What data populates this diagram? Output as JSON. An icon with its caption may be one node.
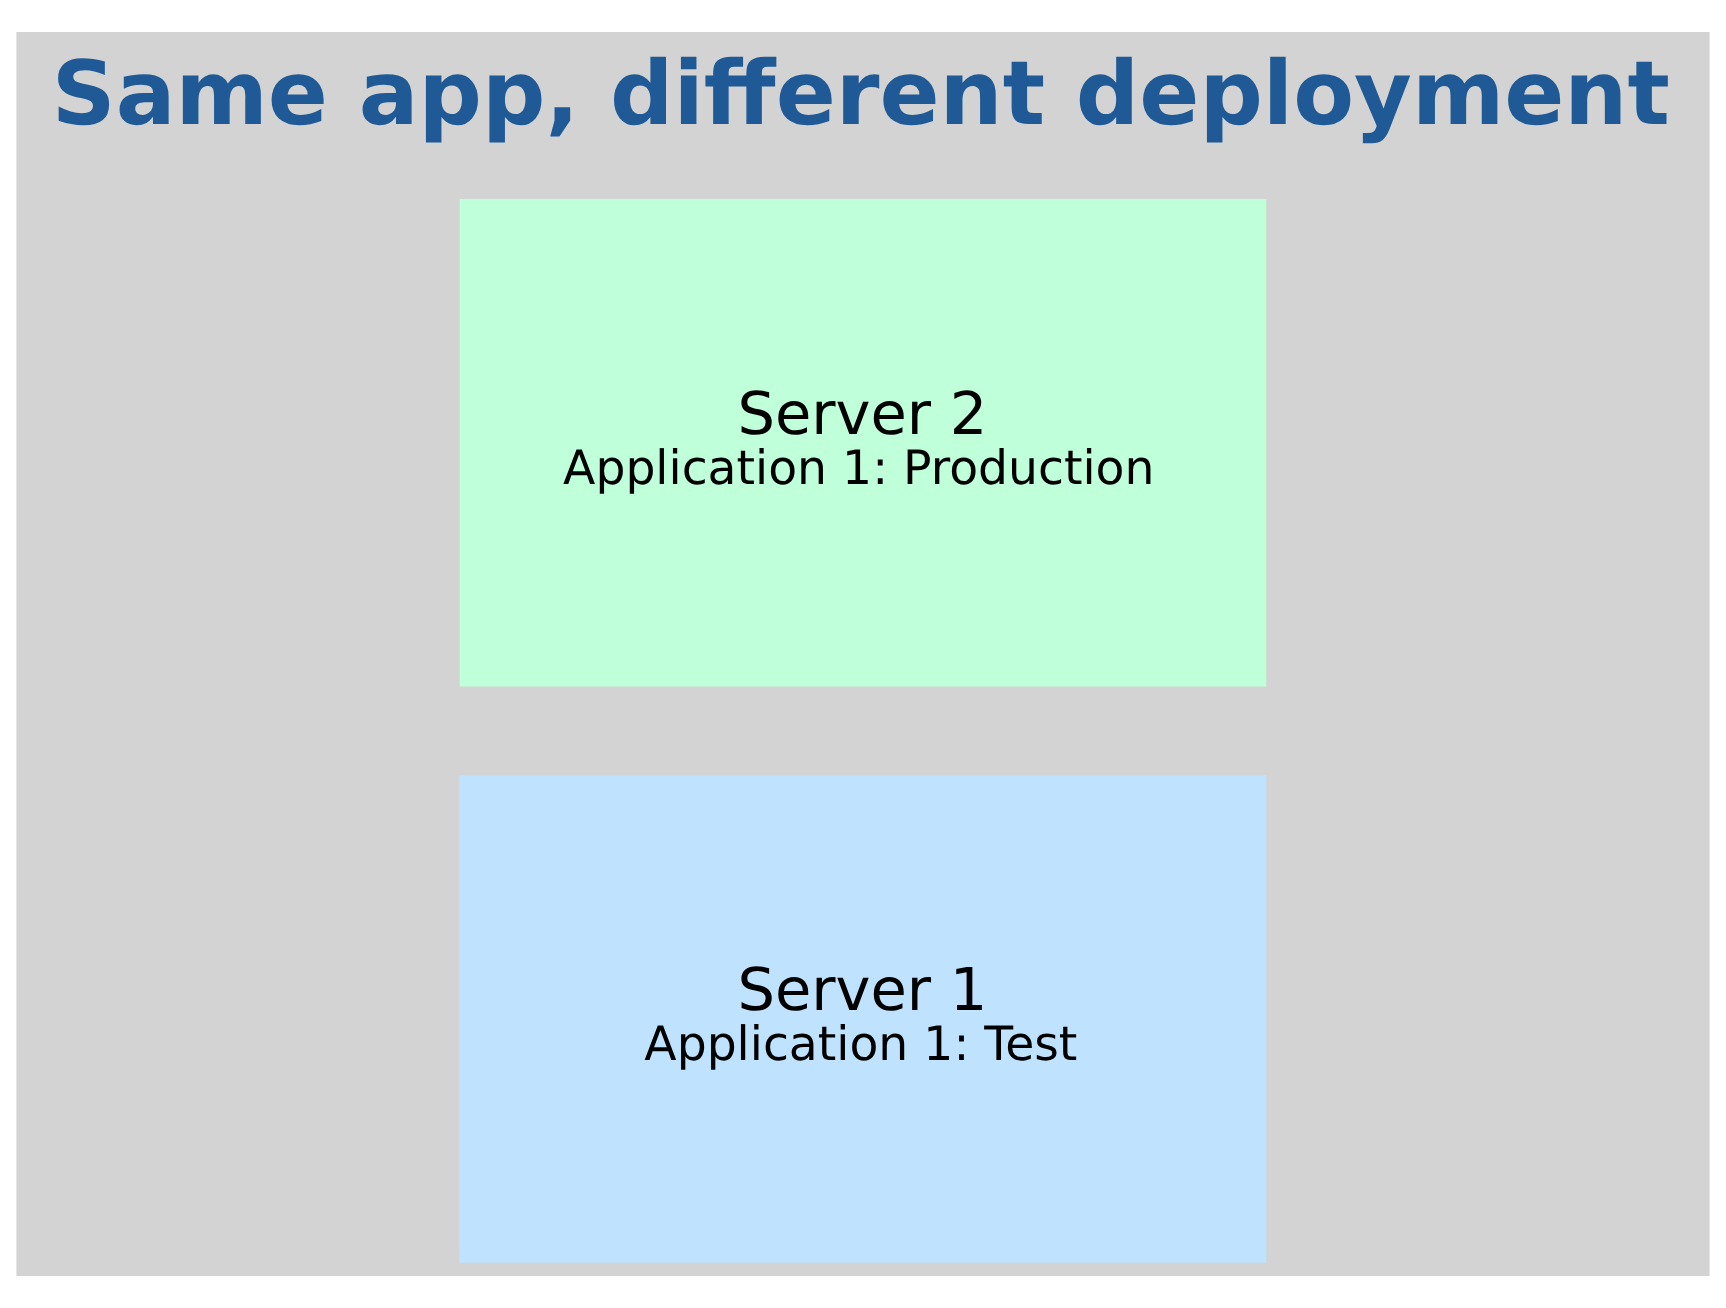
{
  "diagram": {
    "title": "Same app, different deployment",
    "nodes": [
      {
        "text": [
          "Server 1",
          "Application 1: Test"
        ]
      },
      {
        "text": [
          "Server 2",
          "Application 1: Production"
        ]
      }
    ]
  }
}
